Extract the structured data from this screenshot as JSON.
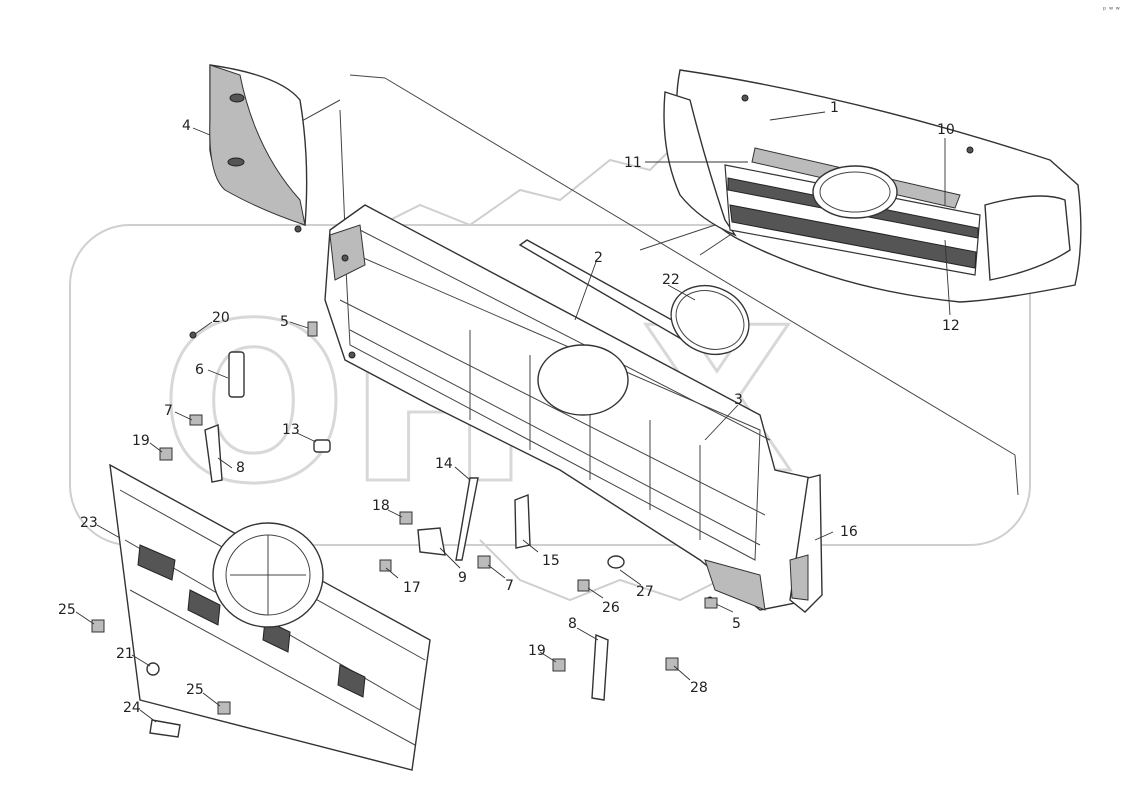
{
  "corner_mark": "ᵖ ʷ ʷ",
  "callouts": [
    {
      "id": "c1",
      "text": "1"
    },
    {
      "id": "c2",
      "text": "2"
    },
    {
      "id": "c3",
      "text": "3"
    },
    {
      "id": "c4",
      "text": "4"
    },
    {
      "id": "c5a",
      "text": "5"
    },
    {
      "id": "c5b",
      "text": "5"
    },
    {
      "id": "c6",
      "text": "6"
    },
    {
      "id": "c7a",
      "text": "7"
    },
    {
      "id": "c7b",
      "text": "7"
    },
    {
      "id": "c8a",
      "text": "8"
    },
    {
      "id": "c8b",
      "text": "8"
    },
    {
      "id": "c9",
      "text": "9"
    },
    {
      "id": "c10",
      "text": "10"
    },
    {
      "id": "c11",
      "text": "11"
    },
    {
      "id": "c12",
      "text": "12"
    },
    {
      "id": "c13",
      "text": "13"
    },
    {
      "id": "c14",
      "text": "14"
    },
    {
      "id": "c15",
      "text": "15"
    },
    {
      "id": "c16",
      "text": "16"
    },
    {
      "id": "c17",
      "text": "17"
    },
    {
      "id": "c18",
      "text": "18"
    },
    {
      "id": "c19a",
      "text": "19"
    },
    {
      "id": "c19b",
      "text": "19"
    },
    {
      "id": "c20",
      "text": "20"
    },
    {
      "id": "c21",
      "text": "21"
    },
    {
      "id": "c22",
      "text": "22"
    },
    {
      "id": "c23",
      "text": "23"
    },
    {
      "id": "c24",
      "text": "24"
    },
    {
      "id": "c25a",
      "text": "25"
    },
    {
      "id": "c25b",
      "text": "25"
    },
    {
      "id": "c26",
      "text": "26"
    },
    {
      "id": "c27",
      "text": "27"
    },
    {
      "id": "c28",
      "text": "28"
    }
  ]
}
